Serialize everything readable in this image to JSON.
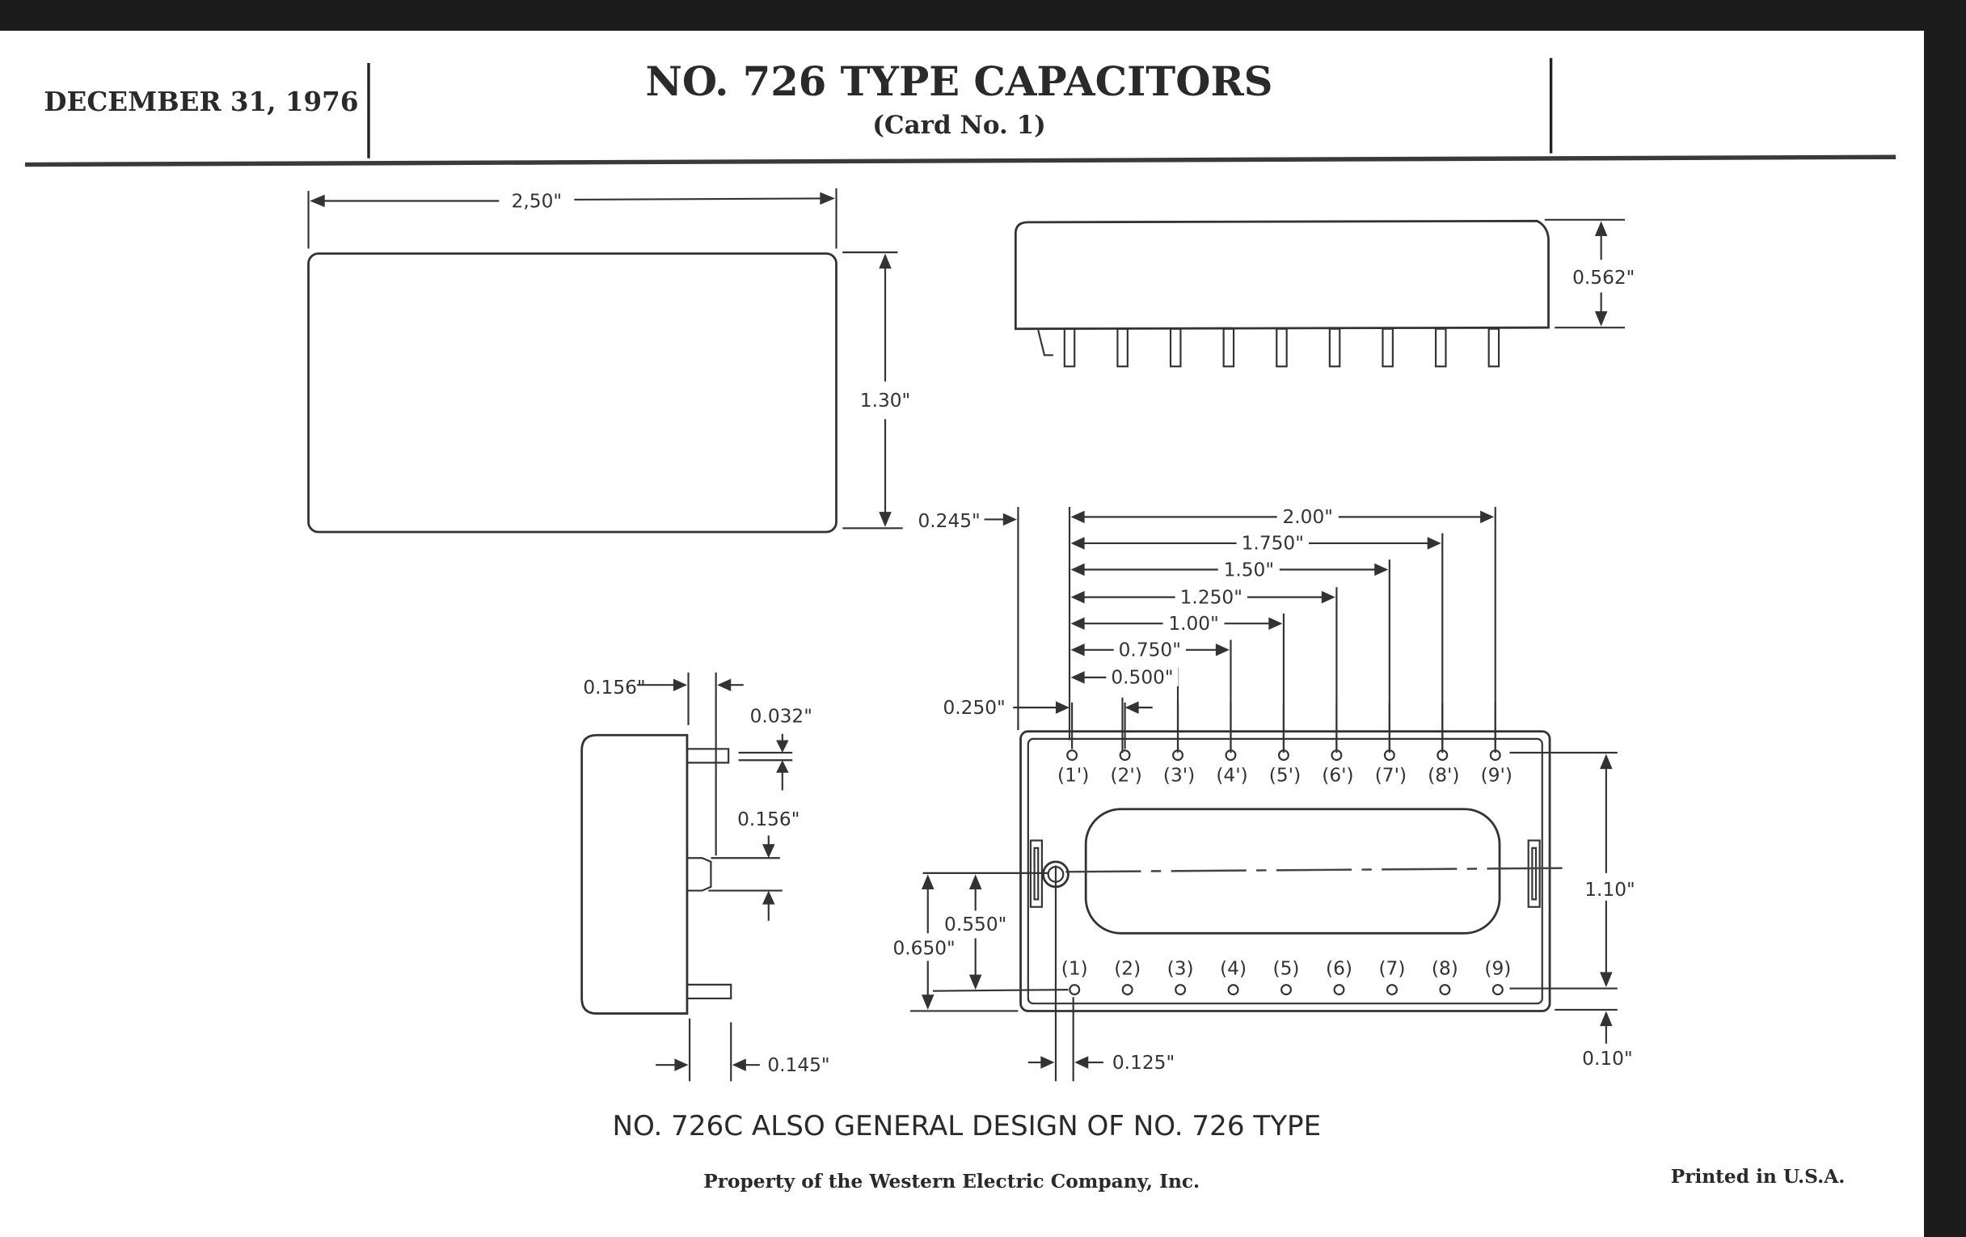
{
  "header": {
    "date": "DECEMBER 31, 1976",
    "title": "NO. 726 TYPE CAPACITORS",
    "subtitle": "(Card No. 1)"
  },
  "top_view": {
    "width_label": "2,50\"",
    "height_label": "1.30\""
  },
  "side_view": {
    "height_label": "0.562\"",
    "pin_count": 9
  },
  "end_view": {
    "labels": {
      "pin_offset": "0.156\"",
      "pin_thickness": "0.032\"",
      "tab_height": "0.156\"",
      "pin_length": "0.145\""
    }
  },
  "bottom_view": {
    "left_offset_top": "0.245\"",
    "left_offset_pins": "0.250\"",
    "pin_spacing_dims": [
      "0.500\"",
      "0.750\"",
      "1.00\"",
      "1.250\"",
      "1.50\"",
      "1.750\"",
      "2.00\""
    ],
    "top_pin_labels": [
      "(1')",
      "(2')",
      "(3')",
      "(4')",
      "(5')",
      "(6')",
      "(7')",
      "(8')",
      "(9')"
    ],
    "bottom_pin_labels": [
      "(1)",
      "(2)",
      "(3)",
      "(4)",
      "(5)",
      "(6)",
      "(7)",
      "(8)",
      "(9)"
    ],
    "row_spacing": "1.10\"",
    "bottom_margin": "0.10\"",
    "mount_to_pins": "0.550\"",
    "mount_to_edge": "0.650\"",
    "mount_offset": "0.125\""
  },
  "footer": {
    "note": "NO. 726C ALSO GENERAL DESIGN OF NO. 726 TYPE",
    "property": "Property of the Western Electric Company, Inc.",
    "printed": "Printed in U.S.A."
  }
}
